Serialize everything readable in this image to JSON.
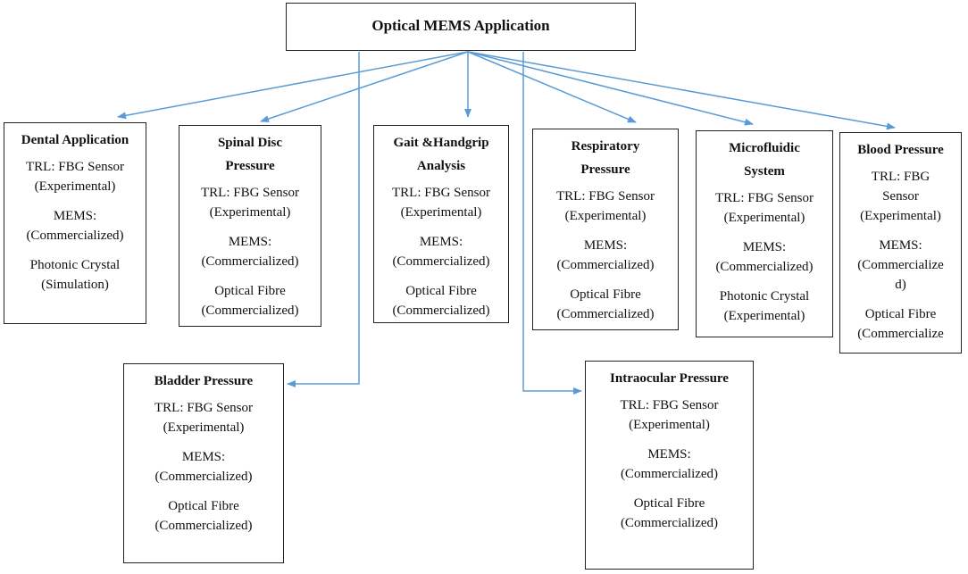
{
  "root": {
    "title": "Optical MEMS Application"
  },
  "nodes": [
    {
      "id": "dental",
      "title": [
        "Dental Application"
      ],
      "items": [
        [
          "TRL: FBG Sensor",
          "(Experimental)"
        ],
        [
          "MEMS:",
          "(Commercialized)"
        ],
        [
          "Photonic Crystal",
          "(Simulation)"
        ]
      ]
    },
    {
      "id": "spinal",
      "title": [
        "Spinal Disc",
        "Pressure"
      ],
      "items": [
        [
          "TRL: FBG Sensor",
          "(Experimental)"
        ],
        [
          "MEMS:",
          "(Commercialized)"
        ],
        [
          "Optical Fibre",
          "(Commercialized)"
        ]
      ]
    },
    {
      "id": "gait",
      "title": [
        "Gait &Handgrip",
        "Analysis"
      ],
      "items": [
        [
          "TRL: FBG Sensor",
          "(Experimental)"
        ],
        [
          "MEMS:",
          "(Commercialized)"
        ],
        [
          "Optical Fibre",
          "(Commercialized)"
        ]
      ]
    },
    {
      "id": "respiratory",
      "title": [
        "Respiratory",
        "Pressure"
      ],
      "items": [
        [
          "TRL: FBG Sensor",
          "(Experimental)"
        ],
        [
          "MEMS:",
          "(Commercialized)"
        ],
        [
          "Optical Fibre",
          "(Commercialized)"
        ]
      ]
    },
    {
      "id": "microfluidic",
      "title": [
        "Microfluidic",
        "System"
      ],
      "items": [
        [
          "TRL: FBG Sensor",
          "(Experimental)"
        ],
        [
          "MEMS:",
          "(Commercialized)"
        ],
        [
          "Photonic Crystal",
          "(Experimental)"
        ]
      ]
    },
    {
      "id": "blood",
      "title": [
        "Blood Pressure"
      ],
      "items": [
        [
          "TRL: FBG",
          "Sensor",
          "(Experimental)"
        ],
        [
          "MEMS:",
          "(Commercialize",
          "d)"
        ],
        [
          "Optical Fibre",
          "(Commercialize"
        ]
      ]
    },
    {
      "id": "bladder",
      "title": [
        "Bladder Pressure"
      ],
      "items": [
        [
          "TRL: FBG Sensor",
          "(Experimental)"
        ],
        [
          "MEMS:",
          "(Commercialized)"
        ],
        [
          "Optical Fibre",
          "(Commercialized)"
        ]
      ]
    },
    {
      "id": "intraocular",
      "title": [
        "Intraocular Pressure"
      ],
      "items": [
        [
          "TRL: FBG Sensor",
          "(Experimental)"
        ],
        [
          "MEMS:",
          "(Commercialized)"
        ],
        [
          "Optical Fibre",
          "(Commercialized)"
        ]
      ]
    }
  ],
  "colors": {
    "arrow": "#5b9bd5",
    "border": "#222222"
  }
}
